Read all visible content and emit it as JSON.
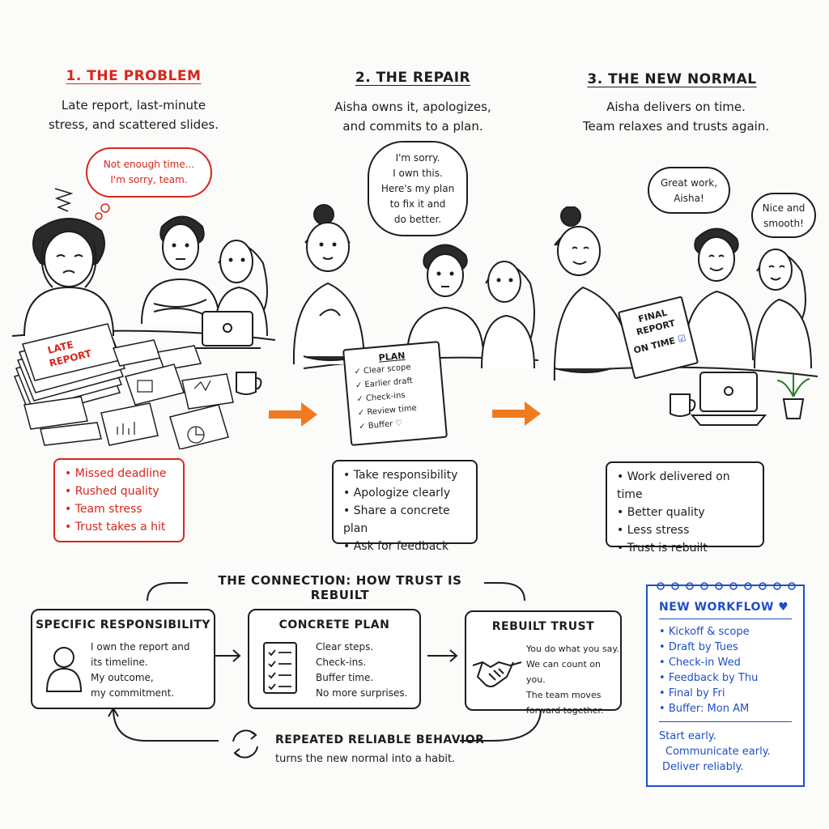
{
  "panels": [
    {
      "title": "1. THE PROBLEM",
      "subtitle_lines": [
        "Late report, last-minute",
        "stress, and scattered slides."
      ],
      "bubbles": [
        {
          "lines": [
            "Not enough time...",
            "I'm sorry, team."
          ]
        }
      ],
      "props": {
        "stack_label_1": "LATE",
        "stack_label_2": "REPORT"
      },
      "bullets": [
        "Missed deadline",
        "Rushed quality",
        "Team stress",
        "Trust takes a hit"
      ]
    },
    {
      "title": "2. THE REPAIR",
      "subtitle_lines": [
        "Aisha owns it, apologizes,",
        "and commits to a plan."
      ],
      "bubbles": [
        {
          "lines": [
            "I'm sorry.",
            "I own this.",
            "Here's my plan",
            "to fix it and",
            "do better."
          ]
        }
      ],
      "plan": {
        "title": "PLAN",
        "items": [
          "Clear scope",
          "Earlier draft",
          "Check-ins",
          "Review time",
          "Buffer"
        ]
      },
      "bullets": [
        "Take responsibility",
        "Apologize clearly",
        "Share a concrete plan",
        "Ask for feedback"
      ]
    },
    {
      "title": "3. THE NEW NORMAL",
      "subtitle_lines": [
        "Aisha delivers on time.",
        "Team relaxes and trusts again."
      ],
      "bubbles": [
        {
          "lines": [
            "Great work,",
            "Aisha!"
          ]
        },
        {
          "lines": [
            "Nice and",
            "smooth!"
          ]
        }
      ],
      "report": {
        "line1": "FINAL",
        "line2": "REPORT",
        "line3": "ON TIME"
      },
      "bullets": [
        "Work delivered on time",
        "Better quality",
        "Less stress",
        "Trust is rebuilt"
      ]
    }
  ],
  "connection": {
    "title": "THE CONNECTION: HOW TRUST IS REBUILT",
    "steps": [
      {
        "title": "SPECIFIC RESPONSIBILITY",
        "icon": "person-icon",
        "lines": [
          "I own the report and",
          "its timeline.",
          "My outcome,",
          "my commitment."
        ]
      },
      {
        "title": "CONCRETE PLAN",
        "icon": "checklist-icon",
        "lines": [
          "Clear steps.",
          "Check-ins.",
          "Buffer time.",
          "No more surprises."
        ]
      },
      {
        "title": "REBUILT TRUST",
        "icon": "handshake-icon",
        "lines": [
          "You do what you say.",
          "We can count on you.",
          "The team moves",
          "forward together."
        ]
      }
    ],
    "loop_title": "REPEATED RELIABLE BEHAVIOR",
    "loop_text": "turns the new normal into a habit."
  },
  "workflow": {
    "title": "NEW WORKFLOW",
    "items": [
      "Kickoff & scope",
      "Draft by Tues",
      "Check-in Wed",
      "Feedback by Thu",
      "Final by Fri",
      "Buffer: Mon AM"
    ],
    "closing_lines": [
      "Start early.",
      "Communicate early.",
      "Deliver reliably."
    ]
  },
  "colors": {
    "problem": "#d9251c",
    "arrow": "#f07a1f",
    "workflow": "#1e4fc7",
    "ink": "#1d1d1d"
  }
}
